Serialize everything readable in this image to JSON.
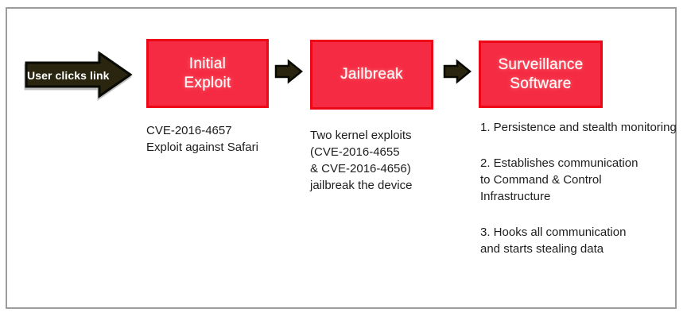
{
  "colors": {
    "box_fill": "#f52b44",
    "box_border": "#ee0716",
    "arrow_fill": "#2a250e",
    "arrow_outline": "#0a0a05",
    "frame_border": "#9c9c9c",
    "text_color": "#1d1d1d"
  },
  "flow": {
    "start_label": "User clicks link",
    "steps": [
      {
        "title_lines": [
          "Initial",
          "Exploit"
        ],
        "desc_lines": [
          "CVE-2016-4657",
          "Exploit against Safari"
        ]
      },
      {
        "title_lines": [
          "Jailbreak"
        ],
        "desc_lines": [
          "Two kernel exploits",
          "(CVE-2016-4655",
          "& CVE-2016-4656)",
          "jailbreak the device"
        ]
      },
      {
        "title_lines": [
          "Surveillance",
          "Software"
        ],
        "desc_items": [
          [
            "1. Persistence and stealth monitoring"
          ],
          [
            "2. Establishes communication",
            "to Command & Control",
            "Infrastructure"
          ],
          [
            "3. Hooks all communication",
            "and starts stealing data"
          ]
        ]
      }
    ]
  }
}
